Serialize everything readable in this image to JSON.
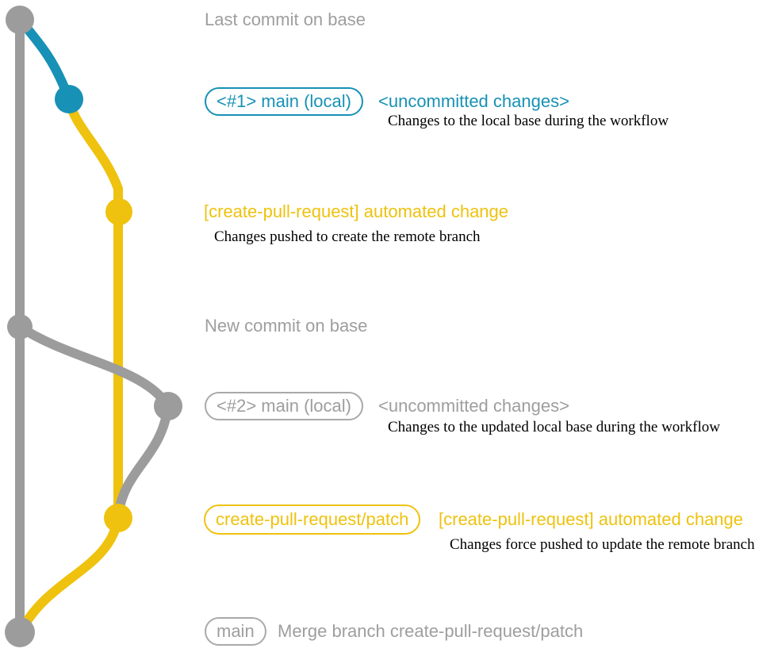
{
  "colors": {
    "gray": "#9c9c9c",
    "gray_text": "#9e9e9e",
    "blue": "#1791b5",
    "yellow": "#eec20e",
    "caption_text": "#000000",
    "background": "#ffffff"
  },
  "rows": {
    "last_commit": {
      "label": "Last commit on base"
    },
    "local_1": {
      "branch_pill": "<#1> main (local)",
      "annotation": "<uncommitted changes>",
      "caption": "Changes to the local base during the workflow"
    },
    "push_1": {
      "annotation": "[create-pull-request] automated change",
      "caption": "Changes pushed to create the remote branch"
    },
    "new_commit": {
      "label": "New commit on base"
    },
    "local_2": {
      "branch_pill": "<#2> main (local)",
      "annotation": "<uncommitted changes>",
      "caption": "Changes to the updated local base during the workflow"
    },
    "push_2": {
      "branch_pill": "create-pull-request/patch",
      "annotation": "[create-pull-request] automated change",
      "caption": "Changes force pushed to update the remote branch"
    },
    "merge": {
      "branch_pill": "main",
      "label": "Merge branch create-pull-request/patch"
    }
  },
  "graph": {
    "base_branch": "main",
    "remote_branch": "create-pull-request/patch",
    "commits": [
      {
        "node": "last-commit-on-base",
        "branch": "base",
        "color": "gray"
      },
      {
        "node": "uncommitted-changes-1",
        "branch": "local",
        "color": "blue"
      },
      {
        "node": "automated-change-1",
        "branch": "create-pull-request/patch",
        "color": "yellow"
      },
      {
        "node": "new-commit-on-base",
        "branch": "base",
        "color": "gray"
      },
      {
        "node": "uncommitted-changes-2",
        "branch": "local",
        "color": "gray"
      },
      {
        "node": "automated-change-2",
        "branch": "create-pull-request/patch",
        "color": "yellow"
      },
      {
        "node": "merge-commit",
        "branch": "base",
        "color": "gray"
      }
    ]
  }
}
